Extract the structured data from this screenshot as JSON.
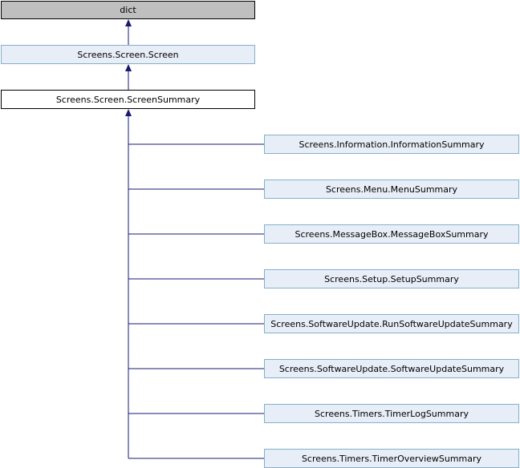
{
  "nodes": {
    "dict": "dict",
    "screen": "Screens.Screen.Screen",
    "screen_summary": "Screens.Screen.ScreenSummary",
    "children": [
      "Screens.Information.InformationSummary",
      "Screens.Menu.MenuSummary",
      "Screens.MessageBox.MessageBoxSummary",
      "Screens.Setup.SetupSummary",
      "Screens.SoftwareUpdate.RunSoftwareUpdateSummary",
      "Screens.SoftwareUpdate.SoftwareUpdateSummary",
      "Screens.Timers.TimerLogSummary",
      "Screens.Timers.TimerOverviewSummary"
    ]
  },
  "colors": {
    "edge": "#191970",
    "gray_fill": "#bfbfbf",
    "blue_fill": "#e8eef7",
    "blue_border": "#84b0c7"
  }
}
